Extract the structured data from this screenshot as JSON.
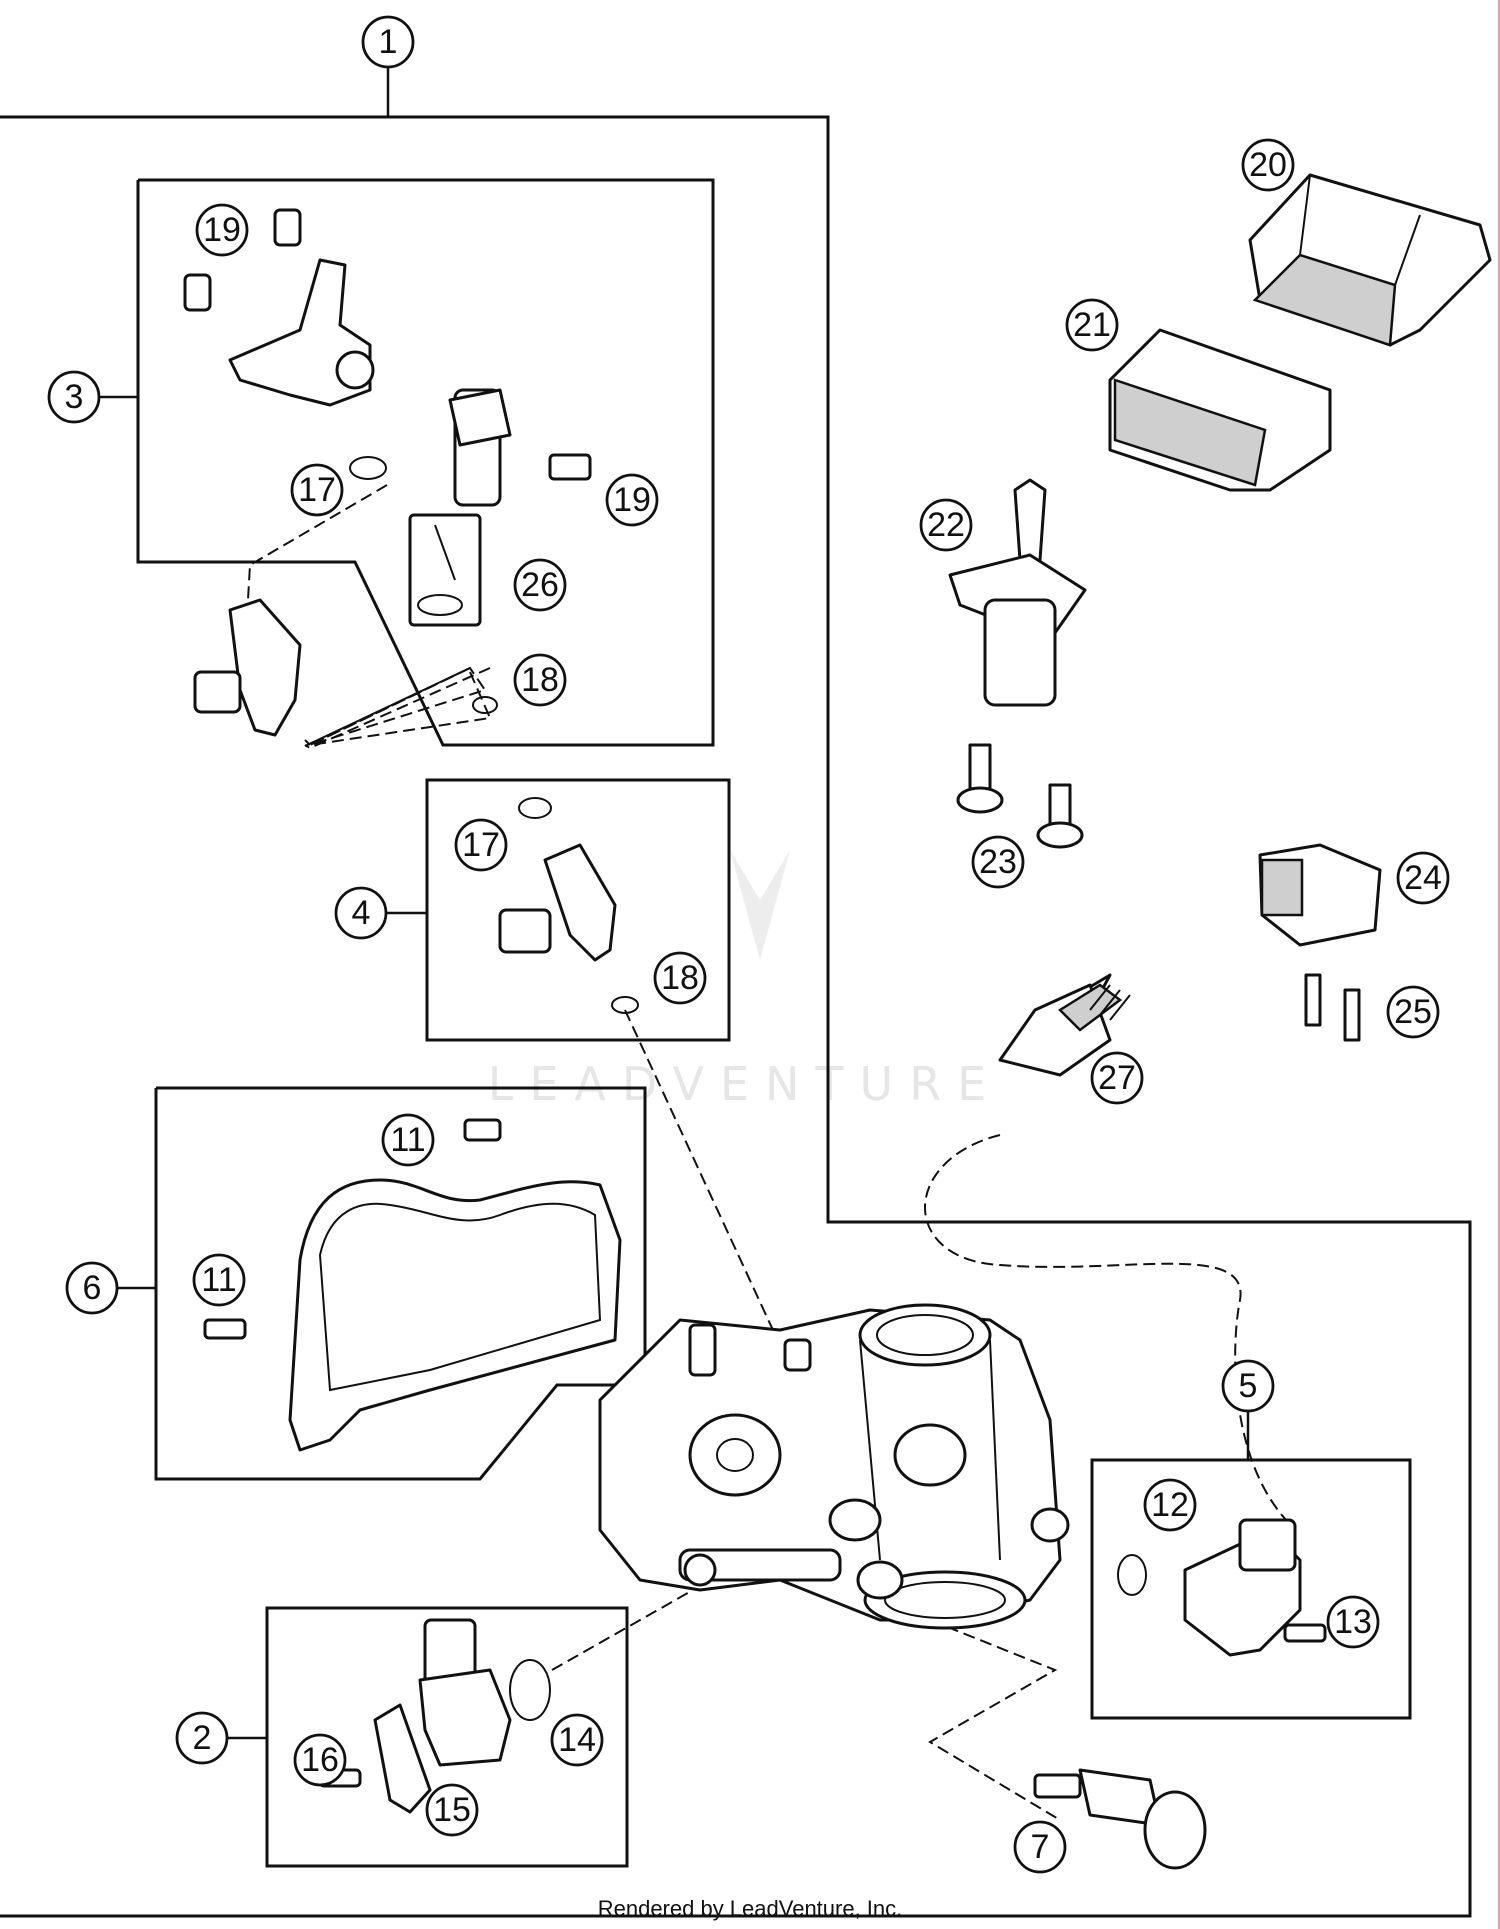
{
  "callouts": [
    {
      "id": "1",
      "label": "1"
    },
    {
      "id": "2",
      "label": "2"
    },
    {
      "id": "3",
      "label": "3"
    },
    {
      "id": "4",
      "label": "4"
    },
    {
      "id": "5",
      "label": "5"
    },
    {
      "id": "6",
      "label": "6"
    },
    {
      "id": "7",
      "label": "7"
    },
    {
      "id": "11a",
      "label": "11"
    },
    {
      "id": "11b",
      "label": "11"
    },
    {
      "id": "12",
      "label": "12"
    },
    {
      "id": "13",
      "label": "13"
    },
    {
      "id": "14",
      "label": "14"
    },
    {
      "id": "15",
      "label": "15"
    },
    {
      "id": "16",
      "label": "16"
    },
    {
      "id": "17a",
      "label": "17"
    },
    {
      "id": "17b",
      "label": "17"
    },
    {
      "id": "18a",
      "label": "18"
    },
    {
      "id": "18b",
      "label": "18"
    },
    {
      "id": "19a",
      "label": "19"
    },
    {
      "id": "19b",
      "label": "19"
    },
    {
      "id": "20",
      "label": "20"
    },
    {
      "id": "21",
      "label": "21"
    },
    {
      "id": "22",
      "label": "22"
    },
    {
      "id": "23",
      "label": "23"
    },
    {
      "id": "24",
      "label": "24"
    },
    {
      "id": "25",
      "label": "25"
    },
    {
      "id": "26",
      "label": "26"
    },
    {
      "id": "27",
      "label": "27"
    }
  ],
  "watermark": "LEADVENTURE",
  "footer": "Rendered by LeadVenture, Inc."
}
